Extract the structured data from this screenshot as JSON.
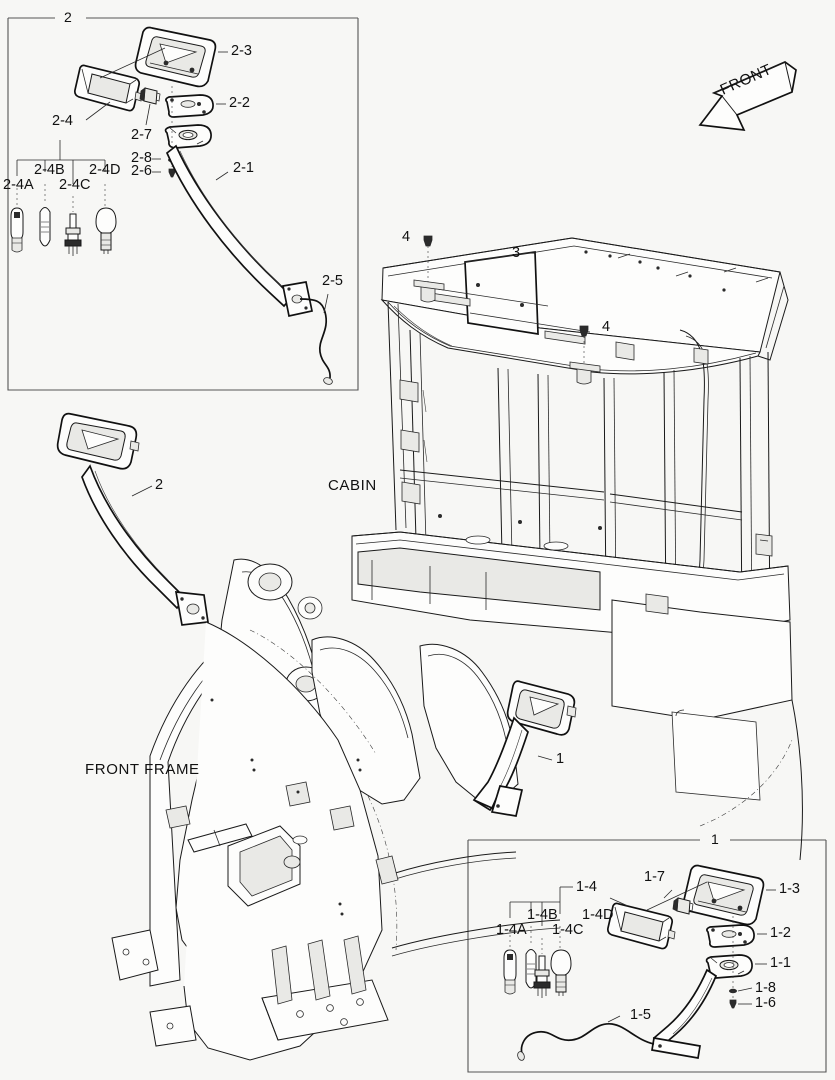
{
  "diagram": {
    "title": "Rear view mirror assembly - cabin and front frame",
    "background_color": "#f7f7f5",
    "line_color": "#1a1a1a"
  },
  "direction_indicator": {
    "label": "FRONT",
    "name": "front-arrow"
  },
  "scene_labels": [
    {
      "text": "CABIN",
      "name": "cabin-label"
    },
    {
      "text": "FRONT FRAME",
      "name": "front-frame-label"
    }
  ],
  "main_callouts": [
    {
      "text": "1",
      "name": "callout-1"
    },
    {
      "text": "2",
      "name": "callout-2"
    },
    {
      "text": "3",
      "name": "callout-3"
    },
    {
      "text": "4",
      "name": "callout-4-left"
    },
    {
      "text": "4",
      "name": "callout-4-right"
    }
  ],
  "detail_box_2": {
    "header_label": "2",
    "callouts": [
      {
        "text": "2-3",
        "name": "callout-2-3"
      },
      {
        "text": "2-2",
        "name": "callout-2-2"
      },
      {
        "text": "2-4",
        "name": "callout-2-4"
      },
      {
        "text": "2-7",
        "name": "callout-2-7"
      },
      {
        "text": "2-8",
        "name": "callout-2-8"
      },
      {
        "text": "2-6",
        "name": "callout-2-6"
      },
      {
        "text": "2-1",
        "name": "callout-2-1"
      },
      {
        "text": "2-5",
        "name": "callout-2-5"
      }
    ],
    "bulb_group_label": "2-4",
    "bulbs": [
      {
        "text": "2-4A",
        "name": "bulb-2-4a",
        "type": "wedge-bulb"
      },
      {
        "text": "2-4B",
        "name": "bulb-2-4b",
        "type": "festoon-bulb"
      },
      {
        "text": "2-4C",
        "name": "bulb-2-4c",
        "type": "halogen-bulb"
      },
      {
        "text": "2-4D",
        "name": "bulb-2-4d",
        "type": "bayonet-bulb"
      }
    ]
  },
  "detail_box_1": {
    "header_label": "1",
    "callouts": [
      {
        "text": "1-7",
        "name": "callout-1-7"
      },
      {
        "text": "1-3",
        "name": "callout-1-3"
      },
      {
        "text": "1-2",
        "name": "callout-1-2"
      },
      {
        "text": "1-1",
        "name": "callout-1-1"
      },
      {
        "text": "1-8",
        "name": "callout-1-8"
      },
      {
        "text": "1-6",
        "name": "callout-1-6"
      },
      {
        "text": "1-4",
        "name": "callout-1-4"
      },
      {
        "text": "1-5",
        "name": "callout-1-5"
      }
    ],
    "bulb_group_label": "1-4",
    "bulbs": [
      {
        "text": "1-4A",
        "name": "bulb-1-4a",
        "type": "wedge-bulb"
      },
      {
        "text": "1-4B",
        "name": "bulb-1-4b",
        "type": "festoon-bulb"
      },
      {
        "text": "1-4C",
        "name": "bulb-1-4c",
        "type": "halogen-bulb"
      },
      {
        "text": "1-4D",
        "name": "bulb-1-4d",
        "type": "bayonet-bulb"
      }
    ]
  }
}
